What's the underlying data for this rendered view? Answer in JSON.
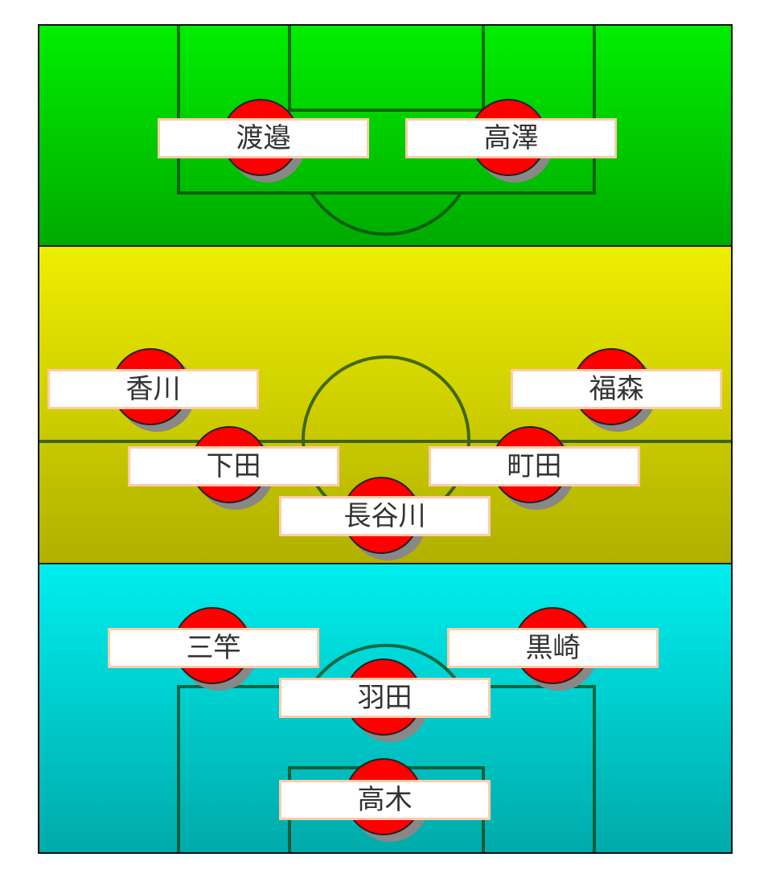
{
  "formation": {
    "zones": [
      "forwards",
      "midfielders",
      "defenders"
    ],
    "players": [
      {
        "name": "渡邉"
      },
      {
        "name": "高澤"
      },
      {
        "name": "香川"
      },
      {
        "name": "福森"
      },
      {
        "name": "下田"
      },
      {
        "name": "町田"
      },
      {
        "name": "長谷川"
      },
      {
        "name": "三竿"
      },
      {
        "name": "黒崎"
      },
      {
        "name": "羽田"
      },
      {
        "name": "高木"
      }
    ]
  },
  "colors": {
    "forward_zone": "#00cc00",
    "mid_zone": "#d4d400",
    "def_zone": "#00cccc",
    "player": "#ff0000",
    "label_border": "#ffccaa"
  }
}
